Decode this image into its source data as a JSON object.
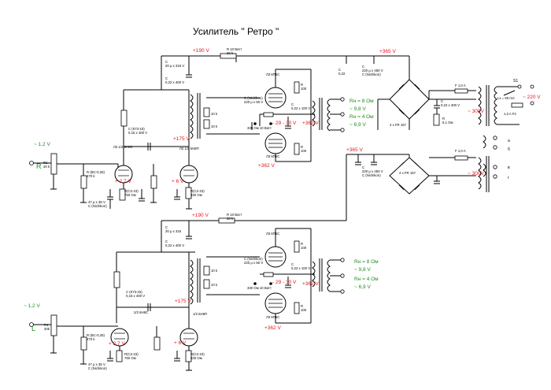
{
  "title": "Усилитель \" Ретро \"",
  "colors": {
    "red": "#e8141c",
    "green": "#1e8c1e",
    "wire": "#000000"
  },
  "power": {
    "b_plus": "+365 V",
    "rec_label_1": "4 x FR 157",
    "rec_label_2": "4 x FR 157",
    "choke_ac_1": "~ 300V",
    "choke_ac_2": "~ 300V",
    "mains": "~ 220 V",
    "fuse1": "F 1,0 A",
    "fuse2": "F 1,0 A",
    "fuse3": "1,0 A   F2",
    "switch": "S1",
    "lamp": "Lx = 60 mA",
    "cap_rect": "C\n0,22 x 400 V",
    "r_bleed": "R\n5,1 Ом",
    "cap_filter": "C\n220 μ x 450 V\nC (Nichikon)",
    "cap_022": "C\n0,22",
    "heater_a": "a",
    "heater_b": "б",
    "heater_c": "в",
    "heater_d": "г"
  },
  "top_channel": {
    "input_label": "R",
    "input_voltage": "~ 1,2 V",
    "r1": "R1\n20 k",
    "r_grid": "R (BC-0,25)\n470 k",
    "v_cathode1": "+ 2,7 V",
    "v_cathode2": "+ 6 V",
    "v_anode": "+175 V",
    "v_supply": "+190 V",
    "r_10w": "R 10 Ватт\n20 k",
    "tube_in": "Л2  1/2 6Н8С",
    "tube_pi": "Л2  1/2 6Н8П",
    "tube_out1": "Л3  6П6С",
    "tube_out2": "Л3  6П6С",
    "v_bias": "- 29 - 30 V",
    "v_screen": "+362 V",
    "rn8": "Rн = 8 Ом",
    "rn8v": "~ 9,8 V",
    "rn4": "Rн = 4 Ом",
    "rn4v": "~ 6,9 V",
    "cap_bypass": "47 μ x 35 V\nC (Nichikon)",
    "r_cath": "R(C2-23)\n750 Ом",
    "r_cath2": "R(C2-23)\n330 Ом",
    "cap_k73": "C (К73-15)\n0,15 x 400 V",
    "cap_20u": "C\n20 μ x 315 V",
    "cap_022b": "C\n0,22 x 400 V",
    "r_bias": "330 Ом  10 Ватт",
    "cap_220": "C (Nichikon)\n220 μ x 50 V",
    "cap_022c": "C\n0,22 x 100 V",
    "r_10k": "10 k",
    "r_100": "R\n100"
  },
  "bottom_channel": {
    "input_label": "L",
    "input_voltage": "~ 1,2 V",
    "r1": "R1\n20k",
    "v_cathode1": "+ 2,7 V",
    "v_cathode2": "+ 6 V",
    "v_anode": "+175 V",
    "v_supply": "+190 V",
    "r_10w": "R 10 Ватт\n20 k",
    "tube_in": "2/2 6Н8С",
    "tube_pi": "1/2 6Н8П",
    "tube_out1": "Л3  6П6С",
    "tube_out2": "Л3  6П6С",
    "v_bias": "- 29 - 30 V",
    "v_screen": "+362 V",
    "rn8": "Rн = 8 Ом",
    "rn8v": "~ 9,8 V",
    "rn4": "Rн = 4 Ом",
    "rn4v": "~ 6,9 V",
    "cap_bypass": "47 μ x 35 V\nC (Nichikon)",
    "r_cath": "R(C2-23)\n750 Ом",
    "r_cath2": "R(C2-23)\n330 Ом",
    "cap_k73": "C (К73-15)\n0,15 x 400 V",
    "cap_20u": "C\n20 μ x 315",
    "cap_022b": "C\n0,22 x 400 V",
    "r_bias": "330 Ом  10 Ватт",
    "cap_220": "C (Nichikon)\n220 μ x 50 V",
    "cap_022c": "C\n0,22 x 100 V",
    "r_10k": "10 k",
    "r_100": "R\n100"
  }
}
